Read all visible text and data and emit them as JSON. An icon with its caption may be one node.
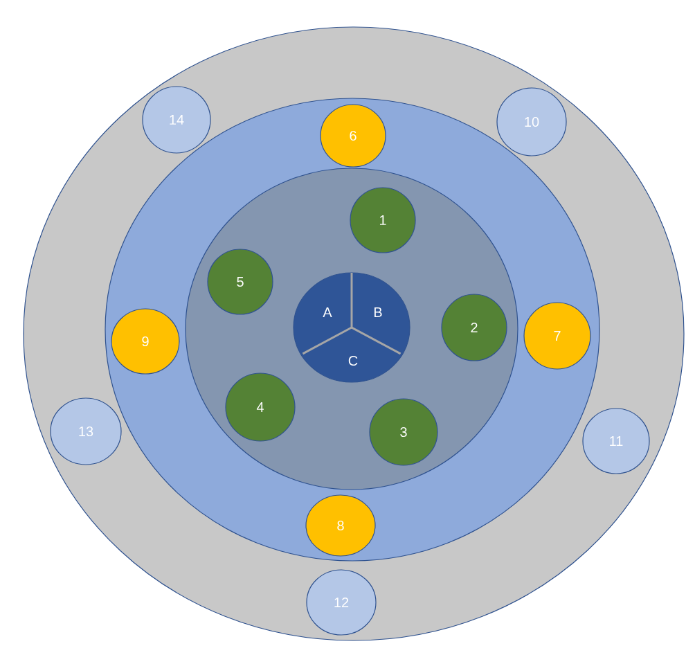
{
  "diagram": {
    "nodes": [
      {
        "text": [],
        "shape": "circle"
      },
      {
        "text": [],
        "shape": "circle",
        "in": 0
      },
      {
        "text": [],
        "shape": "circle",
        "in": 1
      },
      {
        "text": [
          "A",
          "B",
          "C"
        ],
        "in": 2
      },
      {
        "text": [
          "1"
        ],
        "in": 2
      },
      {
        "text": [
          "2"
        ],
        "in": 2
      },
      {
        "text": [
          "3"
        ],
        "in": 2
      },
      {
        "text": [
          "4"
        ],
        "in": 2
      },
      {
        "text": [
          "5"
        ],
        "in": 2
      },
      {
        "text": [
          "6"
        ],
        "in": 1
      },
      {
        "text": [
          "7"
        ],
        "in": 1
      },
      {
        "text": [
          "8"
        ],
        "in": 1
      },
      {
        "text": [
          "9"
        ],
        "in": 1
      },
      {
        "text": [
          "10"
        ],
        "in": 0
      },
      {
        "text": [
          "11"
        ],
        "in": 0
      },
      {
        "text": [
          "12"
        ],
        "in": 0
      },
      {
        "text": [
          "13"
        ],
        "in": 0
      },
      {
        "text": [
          "14"
        ],
        "in": 0
      }
    ],
    "edges": []
  }
}
